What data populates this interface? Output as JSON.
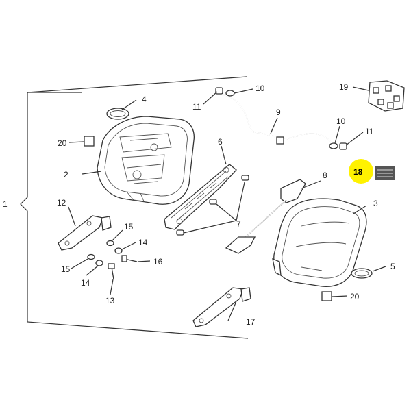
{
  "diagram": {
    "highlight_color": "#fff200",
    "line_color": "#333333",
    "labels": {
      "l1": "1",
      "l2": "2",
      "l3": "3",
      "l4": "4",
      "l5": "5",
      "l6": "6",
      "l7": "7",
      "l8": "8",
      "l9": "9",
      "l10a": "10",
      "l10b": "10",
      "l11a": "11",
      "l11b": "11",
      "l12": "12",
      "l13": "13",
      "l14a": "14",
      "l14b": "14",
      "l15a": "15",
      "l15b": "15",
      "l16": "16",
      "l17": "17",
      "l18": "18",
      "l19": "19",
      "l20a": "20",
      "l20b": "20"
    }
  }
}
